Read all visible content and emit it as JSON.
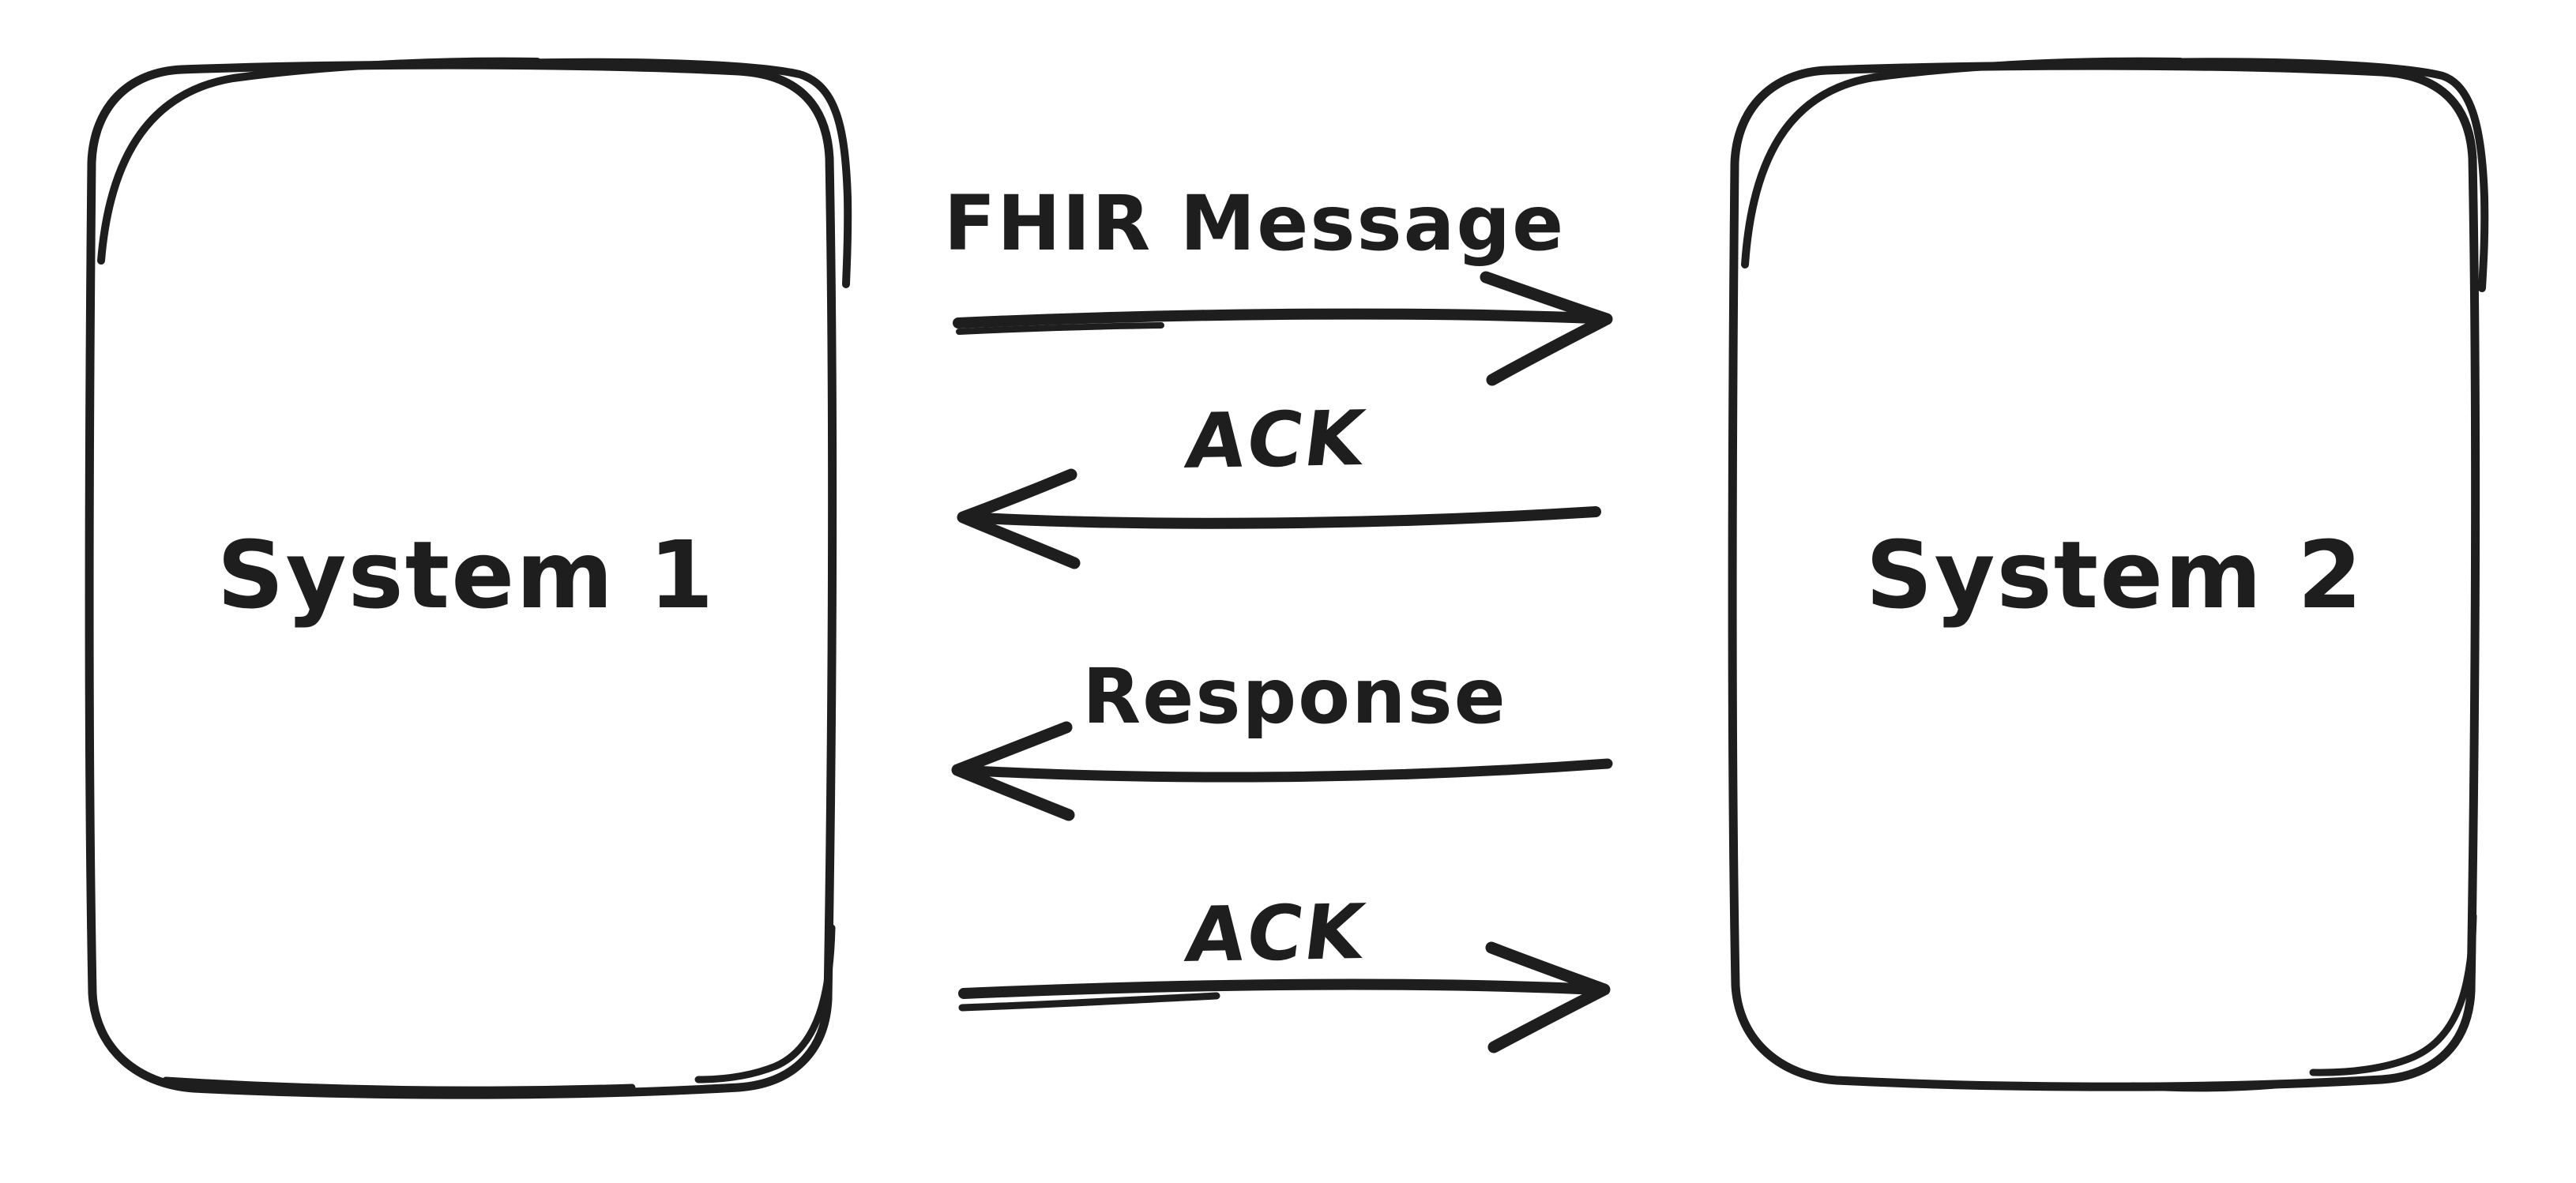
{
  "diagram": {
    "type": "sequence-diagram",
    "background_color": "#ffffff",
    "stroke_color": "#1e1e1e",
    "style": "hand-drawn sketch",
    "nodes": [
      {
        "id": "system-1",
        "label": "System 1"
      },
      {
        "id": "system-2",
        "label": "System 2"
      }
    ],
    "messages": [
      {
        "label": "FHIR Message",
        "direction": "right"
      },
      {
        "label": "ACK",
        "direction": "left"
      },
      {
        "label": "Response",
        "direction": "left"
      },
      {
        "label": "ACK",
        "direction": "right"
      }
    ]
  }
}
